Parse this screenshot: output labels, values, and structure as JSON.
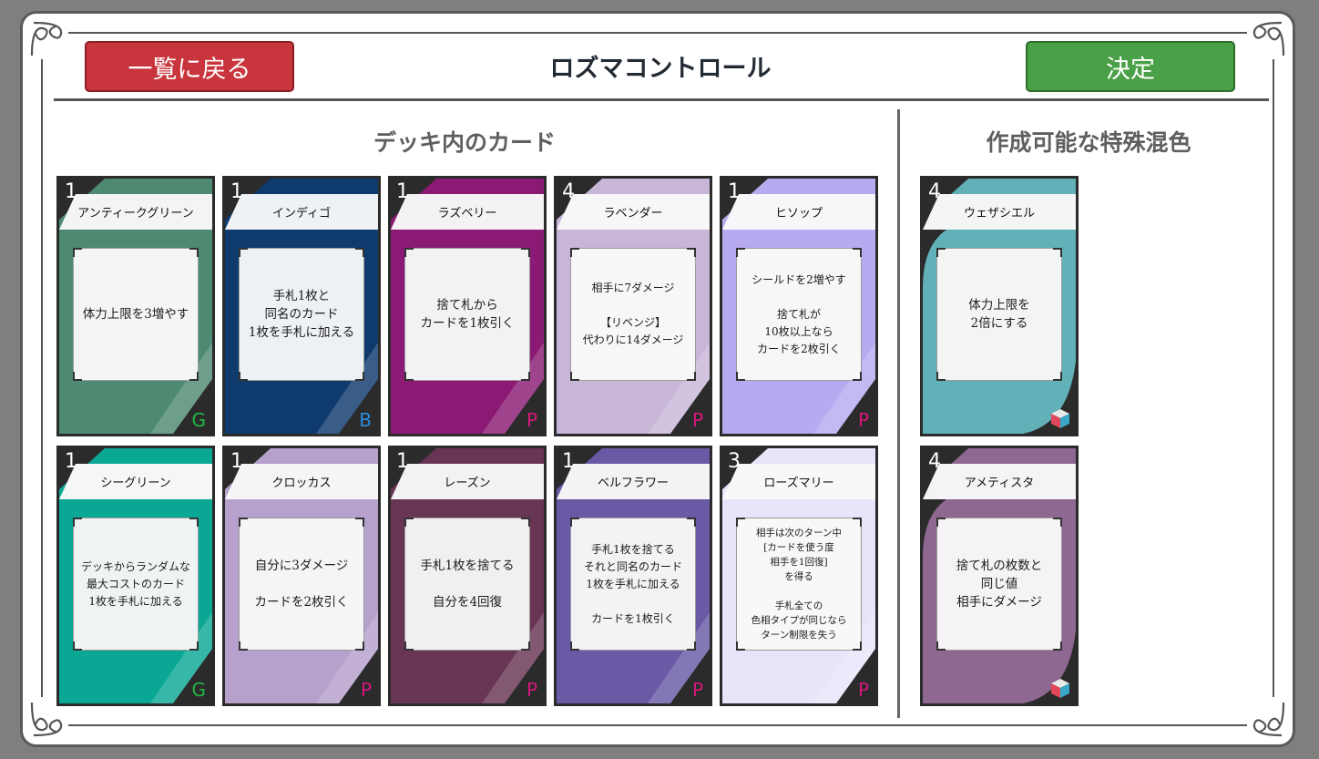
{
  "header": {
    "back_label": "一覧に戻る",
    "title": "ロズマコントロール",
    "confirm_label": "決定"
  },
  "sections": {
    "deck_title": "デッキ内のカード",
    "special_title": "作成可能な特殊混色"
  },
  "deck_cards": [
    {
      "cost": "1",
      "name": "アンティークグリーン",
      "text": "体力上限を3増やす",
      "type": "G",
      "color": "#4d8a71",
      "head": "#f4f4f6",
      "tb": "#f4f5f5",
      "size": ""
    },
    {
      "cost": "1",
      "name": "インディゴ",
      "text": "手札1枚と\n同名のカード\n1枚を手札に加える",
      "type": "B",
      "color": "#0e3a6e",
      "head": "#eef1f5",
      "tb": "#edf0f4",
      "size": ""
    },
    {
      "cost": "1",
      "name": "ラズベリー",
      "text": "捨て札から\nカードを1枚引く",
      "type": "P",
      "color": "#8a1a74",
      "head": "#f5f2f5",
      "tb": "#f4f1f4",
      "size": ""
    },
    {
      "cost": "4",
      "name": "ラベンダー",
      "text": "相手に7ダメージ\n\n【リベンジ】\n代わりに14ダメージ",
      "type": "P",
      "color": "#c8b6d8",
      "head": "#f7f7f8",
      "tb": "#f7f7f8",
      "size": "mid"
    },
    {
      "cost": "1",
      "name": "ヒソップ",
      "text": "シールドを2増やす\n\n捨て札が\n10枚以上なら\nカードを2枚引く",
      "type": "P",
      "color": "#b8aaf0",
      "head": "#f7f7f9",
      "tb": "#f7f7f9",
      "size": "mid"
    },
    {
      "cost": "1",
      "name": "シーグリーン",
      "text": "デッキからランダムな\n最大コストのカード\n1枚を手札に加える",
      "type": "G",
      "color": "#0aa894",
      "head": "#f5f6f6",
      "tb": "#eef4f3",
      "size": "mid"
    },
    {
      "cost": "1",
      "name": "クロッカス",
      "text": "自分に3ダメージ\n\nカードを2枚引く",
      "type": "P",
      "color": "#b6a0cc",
      "head": "#f5f5f7",
      "tb": "#f5f5f7",
      "size": ""
    },
    {
      "cost": "1",
      "name": "レーズン",
      "text": "手札1枚を捨てる\n\n自分を4回復",
      "type": "P",
      "color": "#683554",
      "head": "#f3f1f3",
      "tb": "#f2eff1",
      "size": ""
    },
    {
      "cost": "1",
      "name": "ベルフラワー",
      "text": "手札1枚を捨てる\nそれと同名のカード\n1枚を手札に加える\n\nカードを1枚引く",
      "type": "P",
      "color": "#6a5aa6",
      "head": "#f3f3f6",
      "tb": "#f3f3f6",
      "size": "mid"
    },
    {
      "cost": "3",
      "name": "ローズマリー",
      "text": "相手は次のターン中\n[カードを使う度\n相手を1回復]\nを得る\n\n手札全ての\n色相タイプが同じなら\nターン制限を失う",
      "type": "P",
      "color": "#e9e4fa",
      "head": "#f8f8f9",
      "tb": "#f8f8f9",
      "size": "small"
    }
  ],
  "special_cards": [
    {
      "cost": "4",
      "name": "ウェザシエル",
      "text": "体力上限を\n2倍にする",
      "color": "#62b1b8",
      "head": "#f4f6f6",
      "tb": "#f3f5f5"
    },
    {
      "cost": "4",
      "name": "アメティスタ",
      "text": "捨て札の枚数と\n同じ値\n相手にダメージ",
      "color": "#8e6890",
      "head": "#f5f3f5",
      "tb": "#f5f3f5"
    }
  ],
  "type_colors": {
    "G": "#1fb843",
    "B": "#2a8ee0",
    "P": "#d6177c"
  }
}
